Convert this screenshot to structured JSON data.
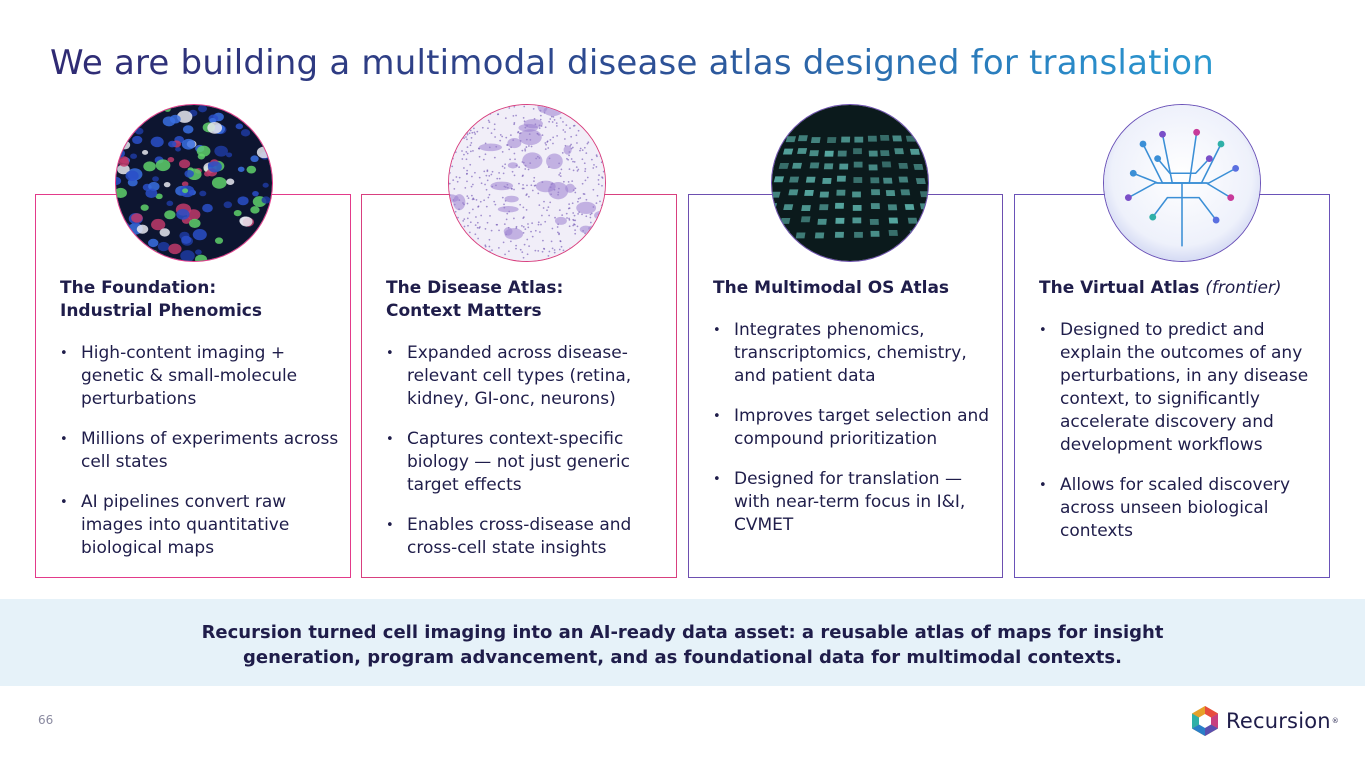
{
  "slide": {
    "title": "We are building a multimodal disease atlas designed for translation",
    "page_number": "66"
  },
  "cards": [
    {
      "title_line1": "The Foundation:",
      "title_line2": "Industrial Phenomics",
      "bullets": [
        "High-content imaging + genetic & small-molecule perturbations",
        "Millions of experiments across cell states",
        "AI pipelines convert raw images into quantitative biological maps"
      ],
      "color": "#e33a8a"
    },
    {
      "title_line1": "The Disease Atlas:",
      "title_line2": "Context Matters",
      "bullets": [
        "Expanded across disease-relevant cell types (retina, kidney, GI-onc, neurons)",
        "Captures context-specific biology — not just generic target effects",
        "Enables cross-disease and cross-cell state insights"
      ],
      "color": "#d8407f"
    },
    {
      "title": "The Multimodal OS Atlas",
      "bullets": [
        "Integrates phenomics, transcriptomics, chemistry, and patient data",
        "Improves target selection and compound prioritization",
        "Designed for translation — with near-term focus in I&I, CVMET"
      ],
      "color": "#6d4fb0"
    },
    {
      "title": "The Virtual Atlas",
      "title_note": "(frontier)",
      "bullets": [
        "Designed to predict and explain the outcomes of any perturbations, in any disease context, to significantly accelerate discovery and development workflows",
        "Allows for scaled discovery across unseen biological contexts"
      ],
      "color": "#6a52b8"
    }
  ],
  "banner": {
    "line1": "Recursion turned cell imaging into an AI-ready data asset: a reusable atlas of maps for insight",
    "line2": "generation, program advancement, and as foundational data for multimodal contexts.",
    "background": "#e6f2f9"
  },
  "brand": {
    "name": "Recursion",
    "registered": "®",
    "logo_icon": "recursion-hexagon-logo"
  }
}
